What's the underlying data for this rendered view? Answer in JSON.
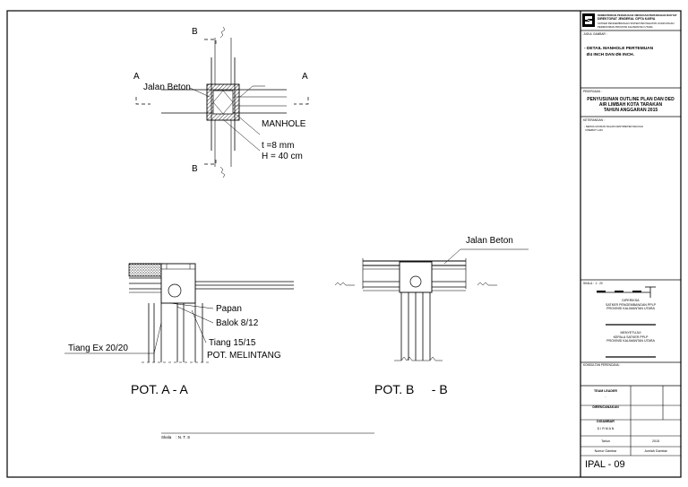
{
  "plan": {
    "label_b": "B",
    "label_a": "A",
    "jalan_beton": "Jalan Beton",
    "manhole": "MANHOLE",
    "thickness": "t =8 mm",
    "height": "H = 40 cm"
  },
  "section_aa": {
    "papan": "Papan",
    "balok": "Balok 8/12",
    "tiang_ex": "Tiang Ex 20/20",
    "tiang": "Tiang 15/15",
    "pot_melintang": "POT. MELINTANG",
    "title": "POT. A - A"
  },
  "section_bb": {
    "jalan_beton": "Jalan Beton",
    "title": "POT. B     - B"
  },
  "scale_note": "Skala    : N. T. S",
  "title_block": {
    "header_lines": [
      "KEMENTERIAN PEKERJAAN UMUM DAN PERUMAHAN RAKYAT",
      "DIREKTORAT JENDERAL CIPTA KARYA",
      "SATKER PENGEMBANGAN SISTEM PENYEHATAN LINGKUNGAN",
      "PERMUKIMAN PROVINSI KALIMANTAN UTARA"
    ],
    "judul_label": "JUDUL GAMBAR :",
    "judul_lines": [
      "- DETAIL MANHOLE PERTEMUAN",
      "  Ø4 INCH DAN Ø6 INCH."
    ],
    "pekerjaan_label": "PEKERJAAN :",
    "pekerjaan_lines": [
      "PENYUSUNAN OUTLINE  PLAN DAN DED",
      "AIR LIMBAH KOTA TARAKAN",
      "TAHUN ANGGARAN 2015"
    ],
    "keterangan_label": "KETERANGAN :",
    "keterangan_lines": [
      "- SEMUA UKURAN DALAM CENTIMETER KECUALI",
      "  DISEBUT LAIN"
    ],
    "skala_label": "SKALA :  1 : 20",
    "diperiksa_lines": [
      "DIPERIKSA",
      "SATKER PENGEMBANGAN PPLP",
      "PROVINSI KALIMANTAN UTARA"
    ],
    "menyetujui_lines": [
      "MENYETUJUI",
      "KEPALA SATKER PPLP",
      "PROVINSI KALIMANTAN UTARA"
    ],
    "konsultan_label": "KONSULTAN PERENCANA :",
    "team_leader": "TEAM LEADER",
    "team_leader_name": "-",
    "direncanakan": "DIRENCANAKAN",
    "digambar": "DIGAMBAR",
    "digambar_name": "D I R M A N",
    "tahun_label": "Tahun",
    "tahun_value": "2015",
    "nomor_gambar": "Nomor Gambar",
    "jumlah_gambar": "Jumlah Gambar",
    "drawing_no": "IPAL - 09"
  }
}
